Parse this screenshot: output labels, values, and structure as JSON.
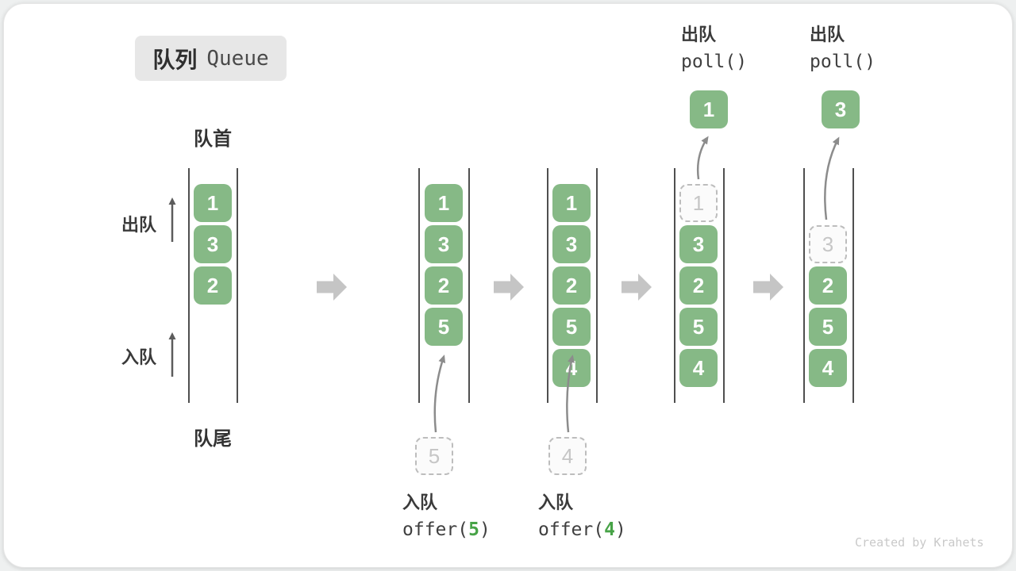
{
  "badge": {
    "zh": "队列",
    "en": "Queue"
  },
  "labels": {
    "front": "队首",
    "rear": "队尾",
    "side_dequeue": "出队",
    "side_enqueue": "入队"
  },
  "colors": {
    "item_green": "#86b986",
    "arg_green": "#47a347",
    "badge_bg": "#e7e7e7",
    "dashed_border": "#bdbdbd",
    "wall": "#4f4f4f",
    "transition_arrow": "#c5c5c5"
  },
  "states": [
    {
      "items": [
        "1",
        "3",
        "2"
      ]
    },
    {
      "items": [
        "1",
        "3",
        "2",
        "5"
      ],
      "staged": "5"
    },
    {
      "items": [
        "1",
        "3",
        "2",
        "5",
        "4"
      ],
      "staged": "4"
    },
    {
      "removed": "1",
      "items": [
        "3",
        "2",
        "5",
        "4"
      ],
      "result": "1"
    },
    {
      "removed": "3",
      "items": [
        "2",
        "5",
        "4"
      ],
      "result": "3"
    }
  ],
  "operations": {
    "enqueue": [
      {
        "zh": "入队",
        "fn_open": "offer(",
        "arg": "5",
        "fn_close": ")"
      },
      {
        "zh": "入队",
        "fn_open": "offer(",
        "arg": "4",
        "fn_close": ")"
      }
    ],
    "dequeue": [
      {
        "zh": "出队",
        "code": "poll()"
      },
      {
        "zh": "出队",
        "code": "poll()"
      }
    ]
  },
  "footer": "Created by Krahets"
}
